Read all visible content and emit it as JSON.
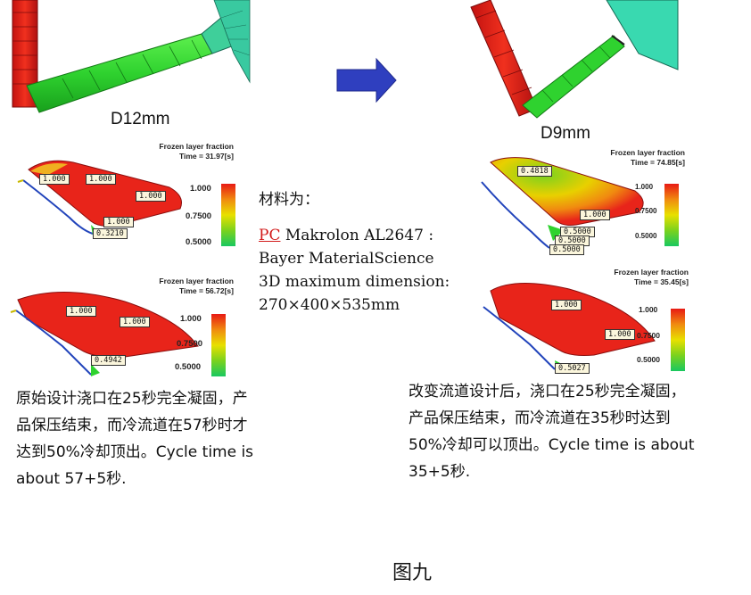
{
  "left": {
    "gate_label": "D12mm",
    "plot_top": {
      "title_line1": "Frozen layer fraction",
      "time_text": "Time = 31.97[s]",
      "scale": [
        "1.000",
        "0.7500",
        "0.5000"
      ],
      "tags": [
        "1.000",
        "1.000",
        "1.000",
        "1.000",
        "0.3210"
      ]
    },
    "plot_bottom": {
      "title_line1": "Frozen layer fraction",
      "time_text": "Time = 56.72[s]",
      "scale": [
        "1.000",
        "0.7500",
        "0.5000"
      ],
      "tags": [
        "1.000",
        "1.000",
        "0.4942"
      ]
    },
    "caption_lines": [
      "原始设计浇口在25秒完全凝固，产",
      "品保压结束，而冷流道在57秒时才",
      "达到50%冷却顶出。Cycle time is",
      "about 57+5秒."
    ]
  },
  "right": {
    "gate_label": "D9mm",
    "plot_top": {
      "title_line1": "Frozen layer fraction",
      "time_text": "Time = 74.85[s]",
      "scale": [
        "1.000",
        "0.7500",
        "0.5000"
      ],
      "tags": [
        "0.4818",
        "1.000",
        "0.5000",
        "0.5000",
        "0.5000"
      ]
    },
    "plot_bottom": {
      "title_line1": "Frozen layer fraction",
      "time_text": "Time = 35.45[s]",
      "scale": [
        "1.000",
        "0.7500",
        "0.5000"
      ],
      "tags": [
        "1.000",
        "1.000",
        "0.5027"
      ]
    },
    "caption_lines": [
      "改变流道设计后，浇口在25秒完全凝固，",
      "产品保压结束，而冷流道在35秒时达到",
      "50%冷却可以顶出。Cycle time is about",
      "35+5秒."
    ]
  },
  "material": {
    "heading": "材料为：",
    "line1_prefix": "PC",
    "line1_rest": " Makrolon AL2647 :",
    "line2": "Bayer MaterialScience",
    "line3": "3D maximum dimension:",
    "line4": "270×400×535mm"
  },
  "figure_caption": "图九",
  "colors": {
    "arrow": "#2f3fbf",
    "red_mesh": "#e01a14",
    "green_mesh": "#2fd22f",
    "teal_mesh": "#3fd9a9"
  }
}
